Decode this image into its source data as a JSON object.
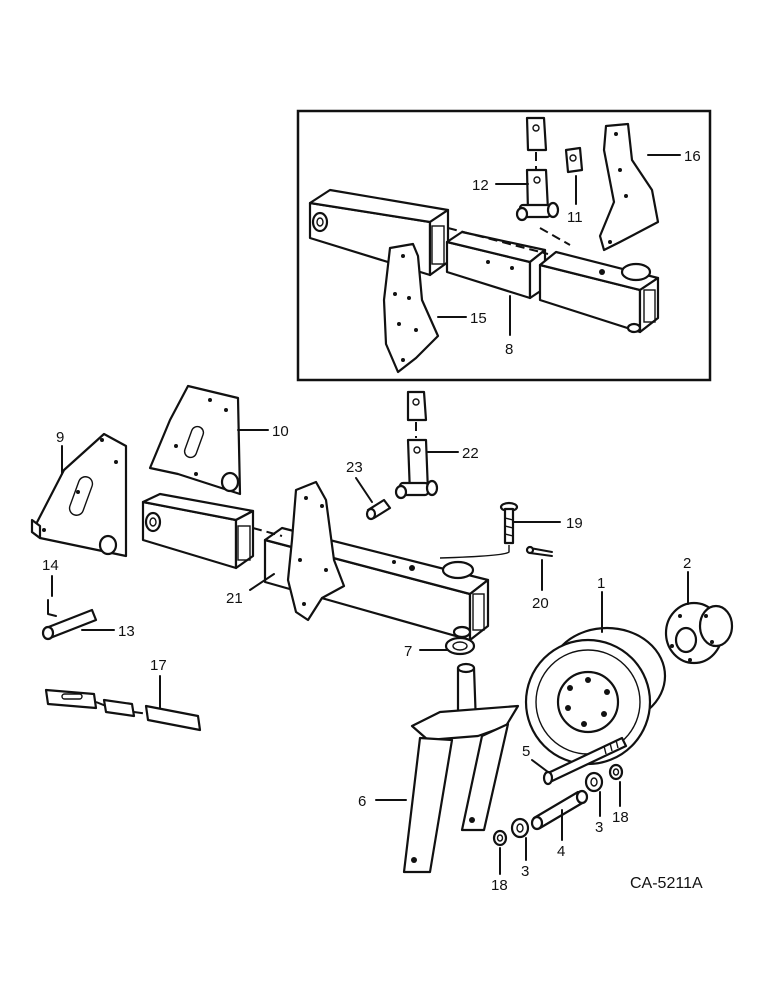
{
  "diagram_code": "CA-5211A",
  "callouts": {
    "c1": "1",
    "c2": "2",
    "c3a": "3",
    "c3b": "3",
    "c4": "4",
    "c5": "5",
    "c6": "6",
    "c7": "7",
    "c8": "8",
    "c9": "9",
    "c10": "10",
    "c11": "11",
    "c12": "12",
    "c13": "13",
    "c14": "14",
    "c15": "15",
    "c16": "16",
    "c17": "17",
    "c18a": "18",
    "c18b": "18",
    "c19": "19",
    "c20": "20",
    "c21": "21",
    "c22": "22",
    "c23": "23"
  }
}
